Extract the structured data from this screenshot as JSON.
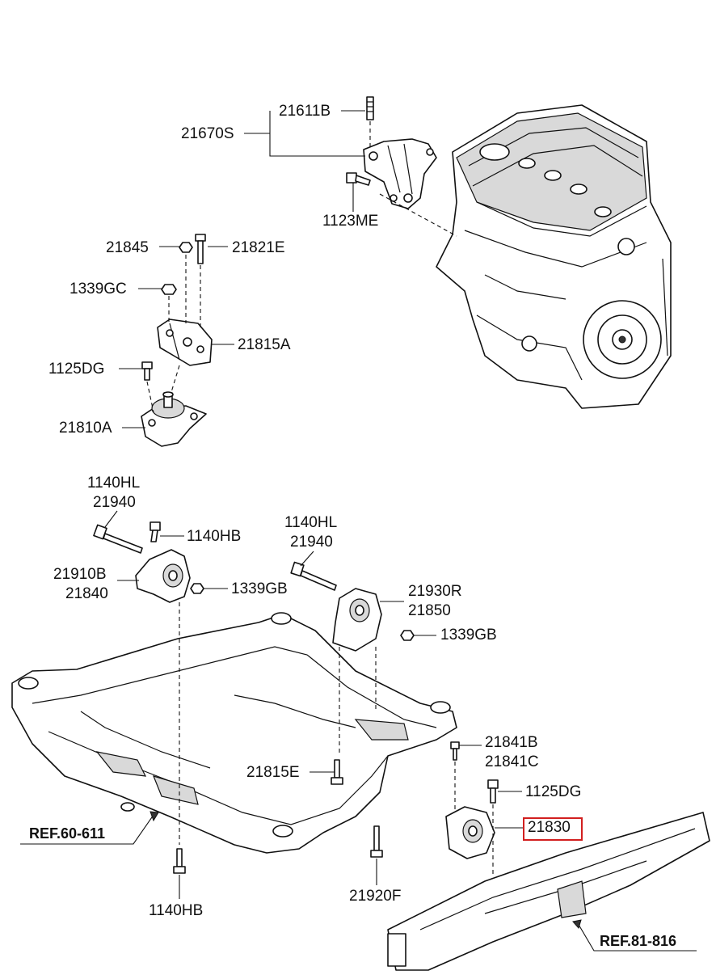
{
  "diagram": {
    "part_labels": {
      "p21611B": "21611B",
      "p21670S": "21670S",
      "p1123ME": "1123ME",
      "p21845": "21845",
      "p21821E": "21821E",
      "p1339GC": "1339GC",
      "p21815A": "21815A",
      "p1125DG_top": "1125DG",
      "p21810A": "21810A",
      "p1140HL_left": "1140HL",
      "p21940_left": "21940",
      "p1140HB_top": "1140HB",
      "p1140HL_mid": "1140HL",
      "p21940_mid": "21940",
      "p21910B": "21910B",
      "p21840": "21840",
      "p1339GB_left": "1339GB",
      "p21930R": "21930R",
      "p21850": "21850",
      "p1339GB_right": "1339GB",
      "p21841B": "21841B",
      "p21841C": "21841C",
      "p21815E": "21815E",
      "p1125DG_bottom": "1125DG",
      "p21830": "21830",
      "p1140HB_bottom": "1140HB",
      "p21920F": "21920F"
    },
    "references": {
      "ref_left": "REF.60-611",
      "ref_right": "REF.81-816"
    },
    "highlight_color": "#d21f1f",
    "highlighted_part": "21830"
  }
}
